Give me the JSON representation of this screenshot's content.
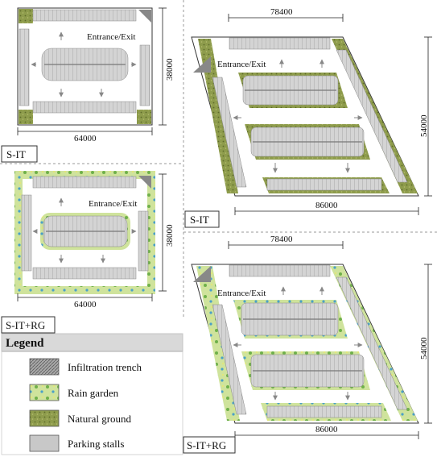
{
  "entrance_label": "Entrance/Exit",
  "panels": [
    {
      "id": "tl",
      "tag": "S-IT",
      "width_label": "64000",
      "height_label": "38000"
    },
    {
      "id": "tr",
      "tag": "S-IT",
      "top_label": "78400",
      "width_label": "86000",
      "height_label": "54000"
    },
    {
      "id": "bl",
      "tag": "S-IT+RG",
      "width_label": "64000",
      "height_label": "38000"
    },
    {
      "id": "br",
      "tag": "S-IT+RG",
      "top_label": "78400",
      "width_label": "86000",
      "height_label": "54000"
    }
  ],
  "legend": {
    "title": "Legend",
    "items": [
      {
        "label": "Infiltration trench",
        "swatch": "trench"
      },
      {
        "label": "Rain garden",
        "swatch": "rain"
      },
      {
        "label": "Natural ground",
        "swatch": "natural"
      },
      {
        "label": "Parking stalls",
        "swatch": "stalls"
      }
    ]
  },
  "colors": {
    "stalls": "#c8c8c8",
    "natural": "#8a9a48",
    "rain": "#c5dc8e",
    "trench": "#9a9a9a"
  }
}
